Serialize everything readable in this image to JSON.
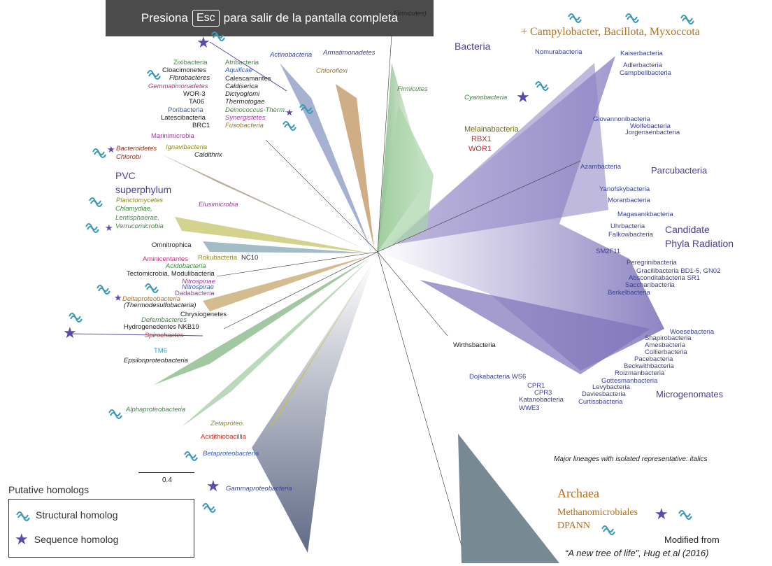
{
  "toast": {
    "prefix": "Presiona",
    "key": "Esc",
    "suffix": "para salir de la pantalla completa"
  },
  "colors": {
    "purple": "#4a3f96",
    "orange": "#b5701b",
    "green": "#3a8a3a",
    "red": "#c0302a",
    "star": "#5b4aa8"
  },
  "headings": {
    "bacteria": "Bacteria",
    "campy": "+ Campylobacter, Bacillota, Myxoccota",
    "pvc1": "PVC",
    "pvc2": "superphylum",
    "parcu": "Parcubacteria",
    "cpr1": "Candidate",
    "cpr2": "Phyla Radiation",
    "micro": "Microgenomates",
    "archaea": "Archaea",
    "methano": "Methanomicrobiales",
    "dpann": "DPANN",
    "italics_note": "Major lineages with isolated representative: italics",
    "mod1": "Modified from",
    "mod2": "“A new tree of life”,  Hug et al (2016)",
    "scale": "0.4"
  },
  "legend": {
    "title": "Putative homologs",
    "structural": "Structural homolog",
    "sequence": "Sequence homolog"
  },
  "labels": {
    "firmicutes_top": "Firmicutes)",
    "zixi": "Zixibacteria",
    "atri": "Atribacteria",
    "cloac": "Cloacimonetes",
    "aquif": "Aquificae",
    "fibro": "Fibrobacteres",
    "calesc": "Calescamantes",
    "gemma": "Gemmatimonadetes",
    "caldis": "Caldiserica",
    "wor3": "WOR-3",
    "dicty": "Dictyoglomi",
    "ta06": "TA06",
    "thermot": "Thermotogae",
    "pori": "Poribacteria",
    "deino": "Deinococcus-Therm.",
    "latesci": "Latescibacteria",
    "synerg": "Synergistetes",
    "brc1": "BRC1",
    "fuso": "Fusobacteria",
    "marini": "Marinimicrobia",
    "ignavi": "Ignavibacteria",
    "caldith": "Caldithrix",
    "bactero": "Bacteroidetes",
    "chlorobi": "Chlorobi",
    "actino": "Actinobacteria",
    "armati": "Armatimonadetes",
    "chlorof": "Chloroflexi",
    "firmic": "Firmicutes",
    "cyano": "Cyanobacteria",
    "melaina": "Melainabacteria",
    "rbx1": "RBX1",
    "wor1": "WOR1",
    "plancto": "Planctomycetes",
    "chlamy": "Chlamydiae,",
    "lentis": "Lentisphaerae,",
    "verruco": "Verrucomicrobia",
    "elusi": "Elusimicrobia",
    "omnitro": "Omnitrophica",
    "aminic": "Aminicentantes",
    "rokuba": "Rokubacteria",
    "nc10": "NC10",
    "acido": "Acidobacteria",
    "tectomi": "Tectomicrobia, Modulibacteria",
    "nitrospinae": "Nitrospinae",
    "nitrospirae": "Nitrospirae",
    "dada": "Dadabacteria",
    "deltapro": "Deltaproteobacteria",
    "thermodes": "(Thermodesulfobacteria)",
    "chrysio": "Chrysiogenetes",
    "deferri": "Deferribacteres",
    "hydrog": "Hydrogenedentes NKB19",
    "spiro": "Spirochaetes",
    "tm6": "TM6",
    "epsilon": "Epsilonproteobacteria",
    "alpha": "Alphaproteobacteria",
    "zeta": "Zetaproteo.",
    "acidith": "Acidithiobacillia",
    "beta": "Betaproteobacteria",
    "gamma": "Gammaproteobacteria",
    "wirths": "Wirthsbacteria",
    "nomura": "Nomurabacteria",
    "kaiser": "Kaiserbacteria",
    "adler": "Adlerbacteria",
    "campbell": "Campbellbacteria",
    "giovann": "Giovannonibacteria",
    "wolfe": "Wolfebacteria",
    "jorgensen": "Jorgensenbacteria",
    "azamb": "Azambacteria",
    "yanofsky": "Yanofskybacteria",
    "moran": "Moranbacteria",
    "magasanik": "Magasanikbacteria",
    "uhr": "Uhrbacteria",
    "falkow": "Falkowbacteria",
    "sm2f11": "SM2F11",
    "peregr": "Peregrinibacteria",
    "gracili": "Gracilibacteria BD1-5, GN02",
    "absconditab": "Absconditabacteria SR1",
    "sacchar": "Saccharibacteria",
    "berkel": "Berkelbacteria",
    "woese": "Woesebacteria",
    "shapiro": "Shapirobacteria",
    "ames": "Amesbacteria",
    "collier": "Collierbacteria",
    "pace": "Pacebacteria",
    "beckwith": "Beckwithbacteria",
    "roizman": "Roizmanbacteria",
    "gottes": "Gottesmanbacteria",
    "levy": "Levybacteria",
    "davies": "Daviesbacteria",
    "curtiss": "Curtissbacteria",
    "dojka": "Dojkabacteria WS6",
    "cpr1": "CPR1",
    "cpr3": "CPR3",
    "katano": "Katanobacteria",
    "wwe3": "WWE3"
  }
}
